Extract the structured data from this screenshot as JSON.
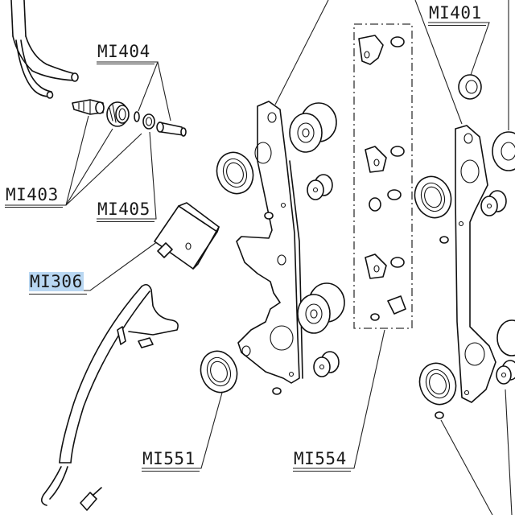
{
  "diagram": {
    "selected_callout": "MI306",
    "selection_color": "#b9d7f2",
    "callouts": [
      {
        "id": "MI404",
        "label": "MI404"
      },
      {
        "id": "MI401",
        "label": "MI401"
      },
      {
        "id": "MI403",
        "label": "MI403"
      },
      {
        "id": "MI405",
        "label": "MI405"
      },
      {
        "id": "MI306",
        "label": "MI306"
      },
      {
        "id": "MI551",
        "label": "MI551"
      },
      {
        "id": "MI554",
        "label": "MI554"
      }
    ]
  }
}
